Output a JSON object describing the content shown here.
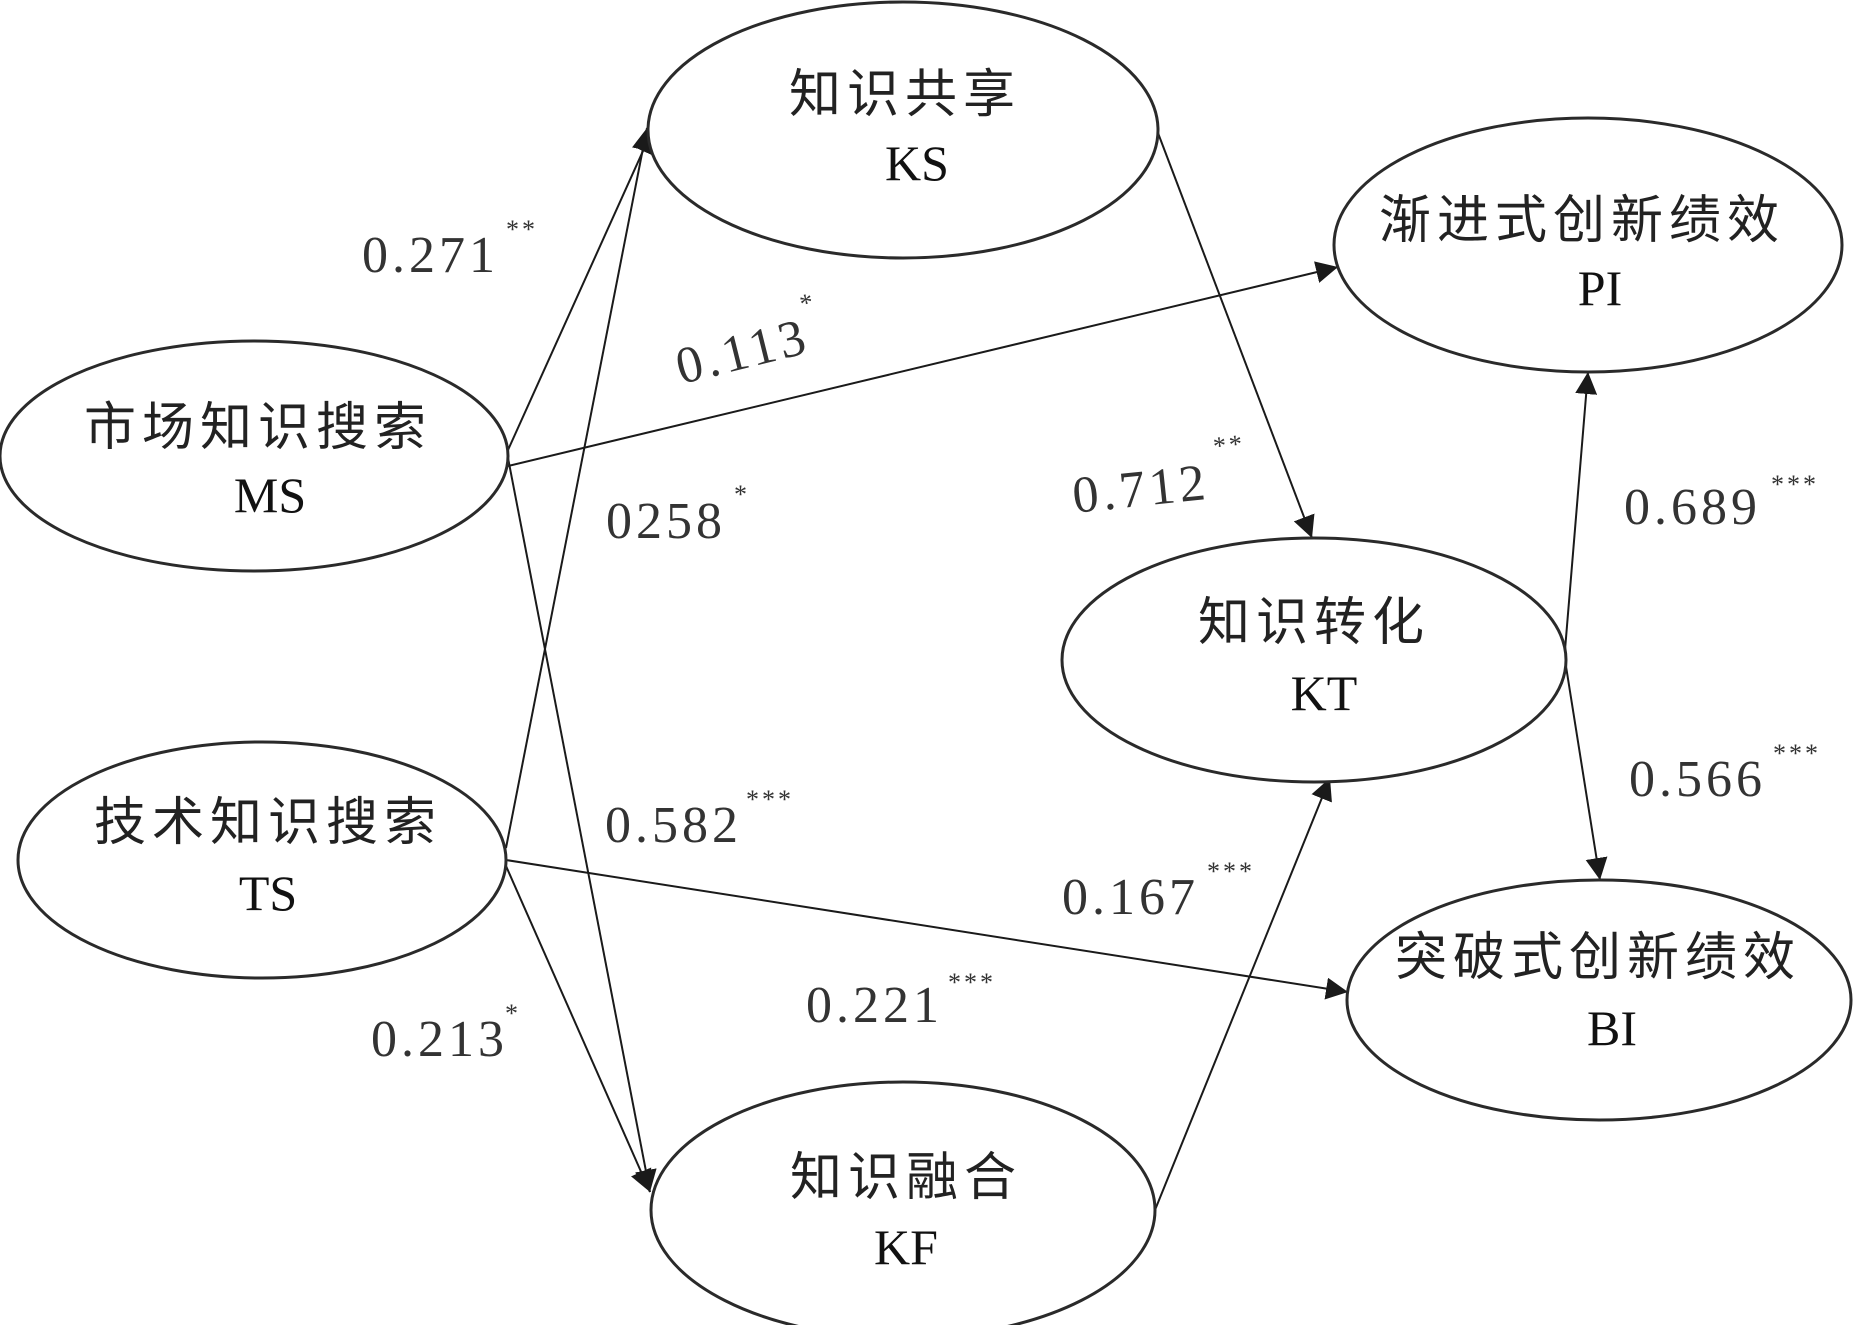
{
  "nodes": {
    "ms": {
      "name": "市场知识搜索",
      "abbr": "MS"
    },
    "ts": {
      "name": "技术知识搜索",
      "abbr": "TS"
    },
    "ks": {
      "name": "知识共享",
      "abbr": "KS"
    },
    "kf": {
      "name": "知识融合",
      "abbr": "KF"
    },
    "kt": {
      "name": "知识转化",
      "abbr": "KT"
    },
    "pi": {
      "name": "渐进式创新绩效",
      "abbr": "PI"
    },
    "bi": {
      "name": "突破式创新绩效",
      "abbr": "BI"
    }
  },
  "edges": [
    {
      "from": "MS",
      "to": "KS",
      "coef": "0.271",
      "sig": "**"
    },
    {
      "from": "MS",
      "to": "PI",
      "coef": "0.113",
      "sig": "*"
    },
    {
      "from": "MS",
      "to": "KF",
      "coef": "0258",
      "sig": "*"
    },
    {
      "from": "TS",
      "to": "KS",
      "coef": "0.582",
      "sig": "***"
    },
    {
      "from": "TS",
      "to": "BI",
      "coef": "0.167",
      "sig": "***"
    },
    {
      "from": "TS",
      "to": "KF",
      "coef": "0.213",
      "sig": "*"
    },
    {
      "from": "KS",
      "to": "KT",
      "coef": "0.712",
      "sig": "**"
    },
    {
      "from": "KF",
      "to": "KT",
      "coef": "0.221",
      "sig": "***"
    },
    {
      "from": "KT",
      "to": "PI",
      "coef": "0.689",
      "sig": "***"
    },
    {
      "from": "KT",
      "to": "BI",
      "coef": "0.566",
      "sig": "***"
    }
  ],
  "colors": {
    "stroke": "#1a1a1a",
    "text": "#222222",
    "background": "#ffffff"
  }
}
